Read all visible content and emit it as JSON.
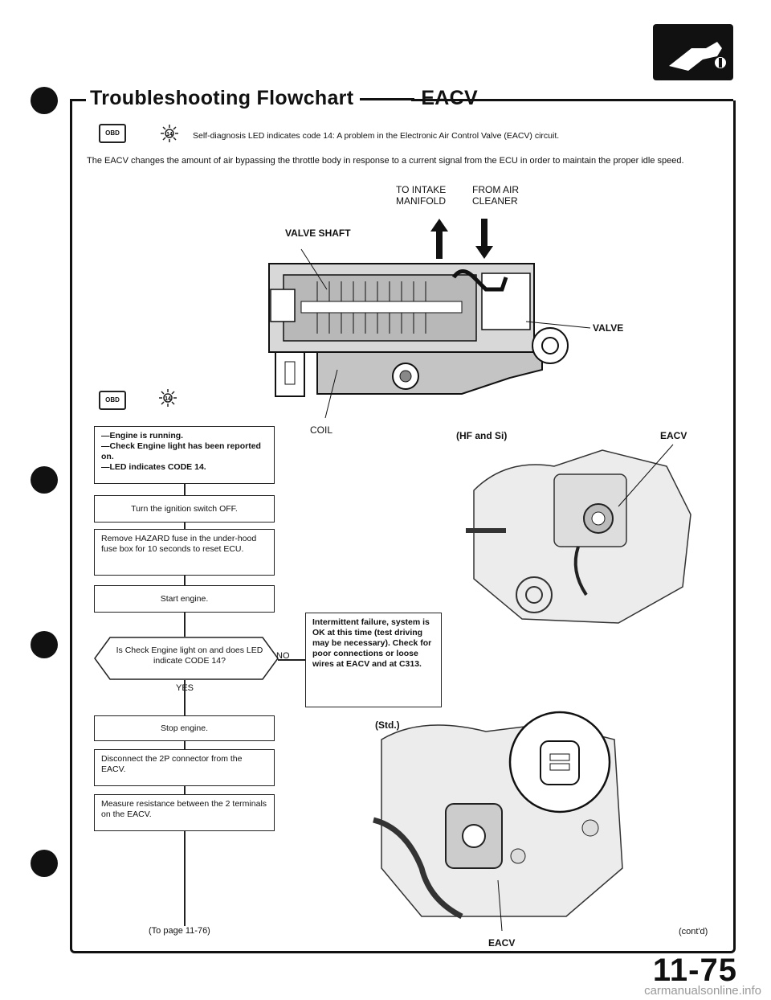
{
  "header": {
    "title": "Troubleshooting Flowchart",
    "subtitle": "EACV"
  },
  "intro": {
    "self_diag": "Self-diagnosis LED indicates code 14: A problem in the Electronic Air Control Valve (EACV) circuit.",
    "description": "The EACV changes the amount of air bypassing the throttle body in response to a current signal from the ECU in order to maintain the proper idle speed."
  },
  "icons": {
    "obd_label": "OBD",
    "code_badge": "14"
  },
  "diagram": {
    "to_intake_line1": "TO INTAKE",
    "to_intake_line2": "MANIFOLD",
    "from_air_line1": "FROM AIR",
    "from_air_line2": "CLEANER",
    "valve_shaft": "VALVE SHAFT",
    "valve": "VALVE",
    "coil": "COIL"
  },
  "flowchart": {
    "symptom_lines": [
      "—Engine is running.",
      "—Check Engine light has been reported on.",
      "—LED indicates CODE 14."
    ],
    "step_ignition": "Turn the ignition switch OFF.",
    "step_hazard": "Remove HAZARD fuse in the under-hood fuse box for 10 seconds to reset ECU.",
    "step_start": "Start engine.",
    "decision": "Is Check Engine light on and does LED indicate CODE 14?",
    "no_label": "NO",
    "yes_label": "YES",
    "intermittent": "Intermittent failure, system is OK at this time (test driving may be necessary). Check for poor connections or loose wires at EACV and at C313.",
    "step_stop": "Stop engine.",
    "step_disconnect": "Disconnect the 2P connector from the EACV.",
    "step_measure": "Measure resistance between the 2 terminals on the EACV.",
    "to_page": "(To page 11-76)"
  },
  "photos": {
    "hf_si": "(HF and Si)",
    "eacv_top": "EACV",
    "std": "(Std.)",
    "eacv_bottom": "EACV",
    "contd": "(cont'd)"
  },
  "footer": {
    "page_number": "11-75",
    "watermark": "carmanualsonline.info"
  }
}
